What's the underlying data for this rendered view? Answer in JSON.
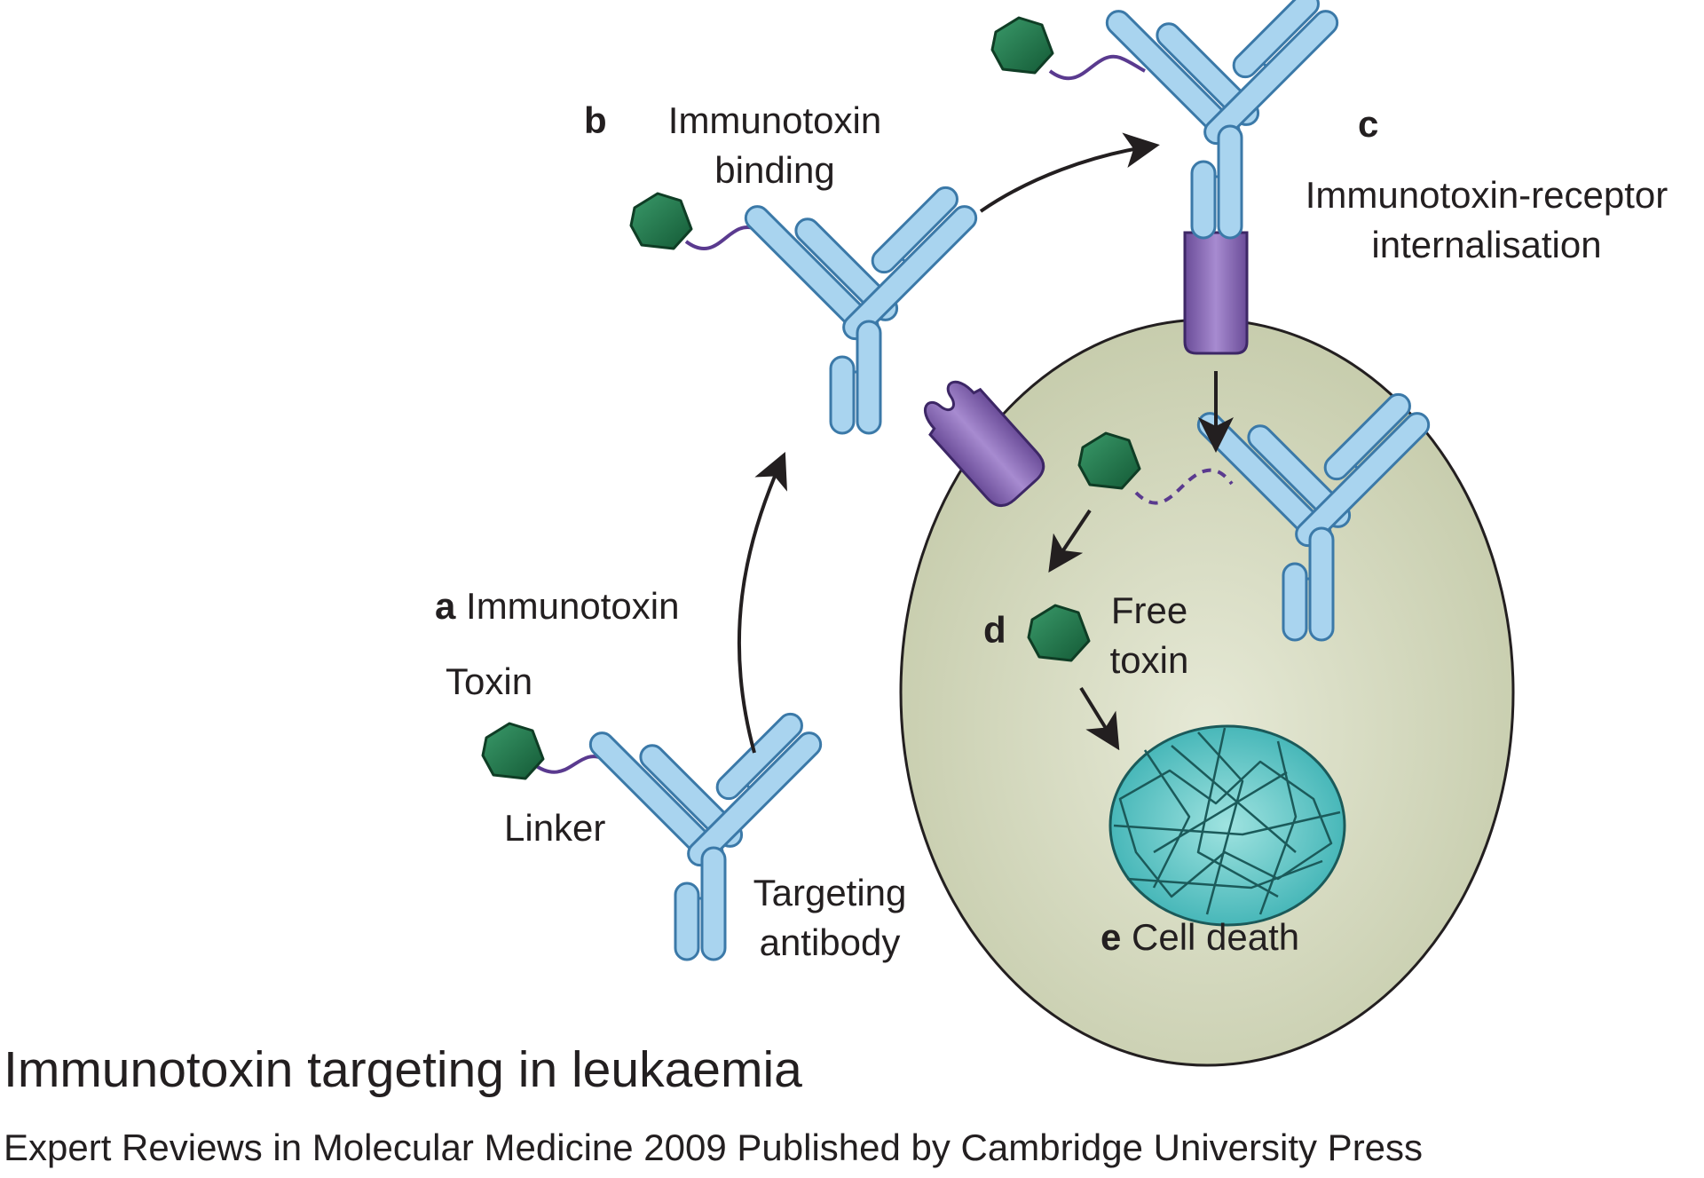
{
  "diagram": {
    "steps": {
      "a": {
        "letter": "a",
        "text": "Immunotoxin"
      },
      "b": {
        "letter": "b",
        "line1": "Immunotoxin",
        "line2": "binding"
      },
      "c": {
        "letter": "c",
        "line1": "Immunotoxin-receptor",
        "line2": "internalisation"
      },
      "d": {
        "letter": "d",
        "line1": "Free",
        "line2": "toxin"
      },
      "e": {
        "letter": "e",
        "text": "Cell death"
      }
    },
    "parts": {
      "toxin": "Toxin",
      "linker": "Linker",
      "antibody_line1": "Targeting",
      "antibody_line2": "antibody"
    }
  },
  "caption": {
    "title": "Immunotoxin targeting in leukaemia",
    "source": "Expert Reviews in Molecular Medicine 2009 Published by Cambridge University Press"
  },
  "colors": {
    "antibody": "#a9d4ef",
    "antibody_outline": "#3b79a8",
    "toxin": "#1f7a4b",
    "linker": "#5a3a8f",
    "receptor": "#8566b0",
    "cell": "#d0d6bc",
    "nucleus": "#5ec6c6"
  }
}
